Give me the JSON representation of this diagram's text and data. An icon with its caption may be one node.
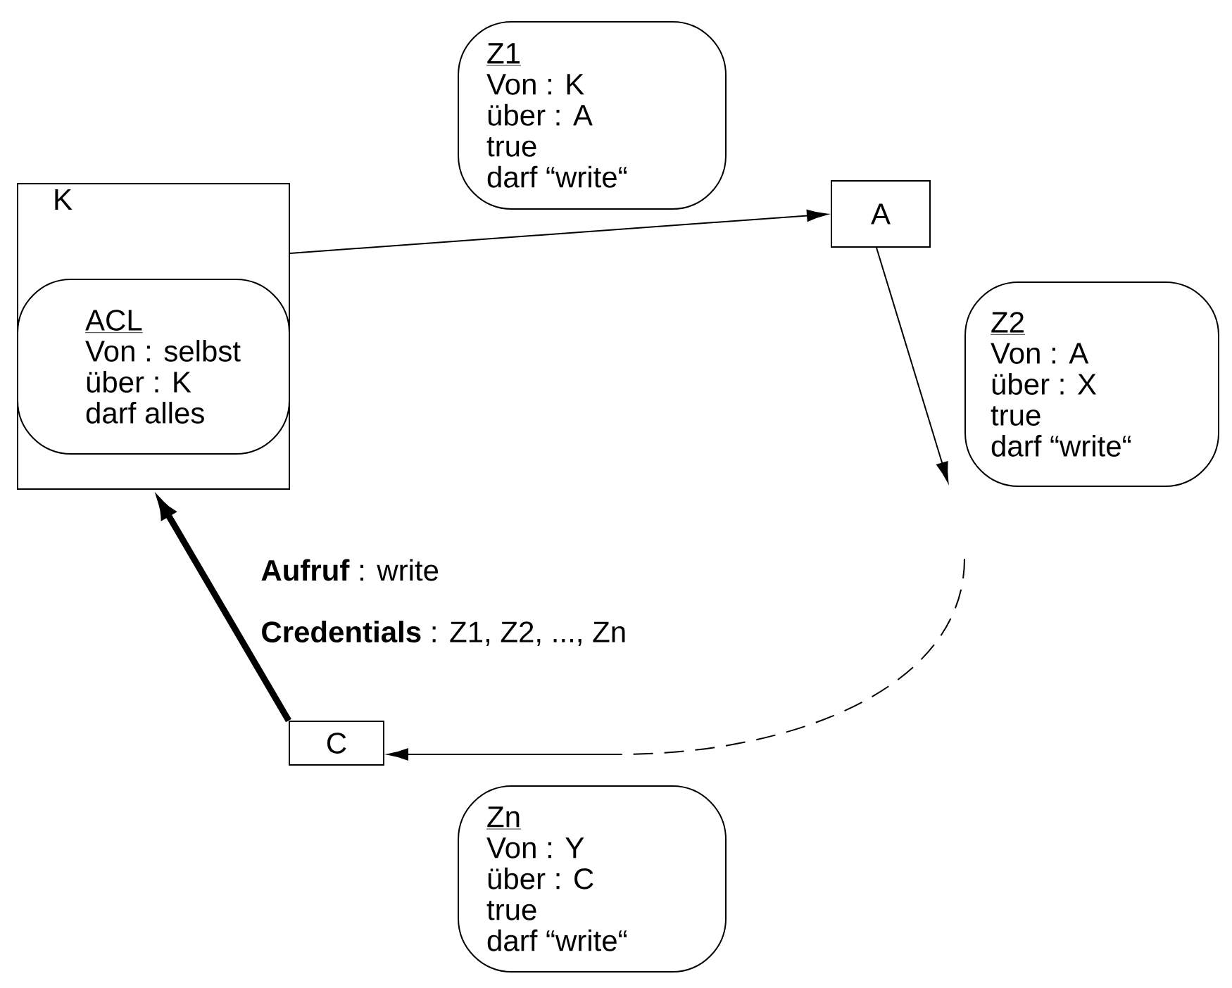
{
  "diagram": {
    "nodes": [
      {
        "text": [
          "K"
        ]
      },
      {
        "text": [
          "ACL",
          "Von : selbst",
          "über : K",
          "darf alles"
        ],
        "in": 0
      },
      {
        "text": [
          "Z1",
          "Von : K",
          "über : A",
          "true",
          "darf “write“"
        ]
      },
      {
        "text": [
          "A"
        ]
      },
      {
        "text": [
          "Z2",
          "Von : A",
          "über : X",
          "true",
          "darf “write“"
        ]
      },
      {
        "text": [
          "C"
        ]
      },
      {
        "text": [
          "Zn",
          "Von : Y",
          "über : C",
          "true",
          "darf “write“"
        ]
      }
    ],
    "edges": [
      {
        "from": 0,
        "to": 3,
        "arrow": "to"
      },
      {
        "from": 3,
        "to": null,
        "arrow": "to"
      },
      {
        "from": null,
        "to": 5,
        "arrow": "to",
        "style": "dashed"
      },
      {
        "from": 5,
        "to": 0,
        "arrow": "to",
        "style": "thick"
      }
    ],
    "labels": [
      "**Aufruf** : write",
      "**Credentials** : Z1, Z2, ..., Zn"
    ]
  }
}
